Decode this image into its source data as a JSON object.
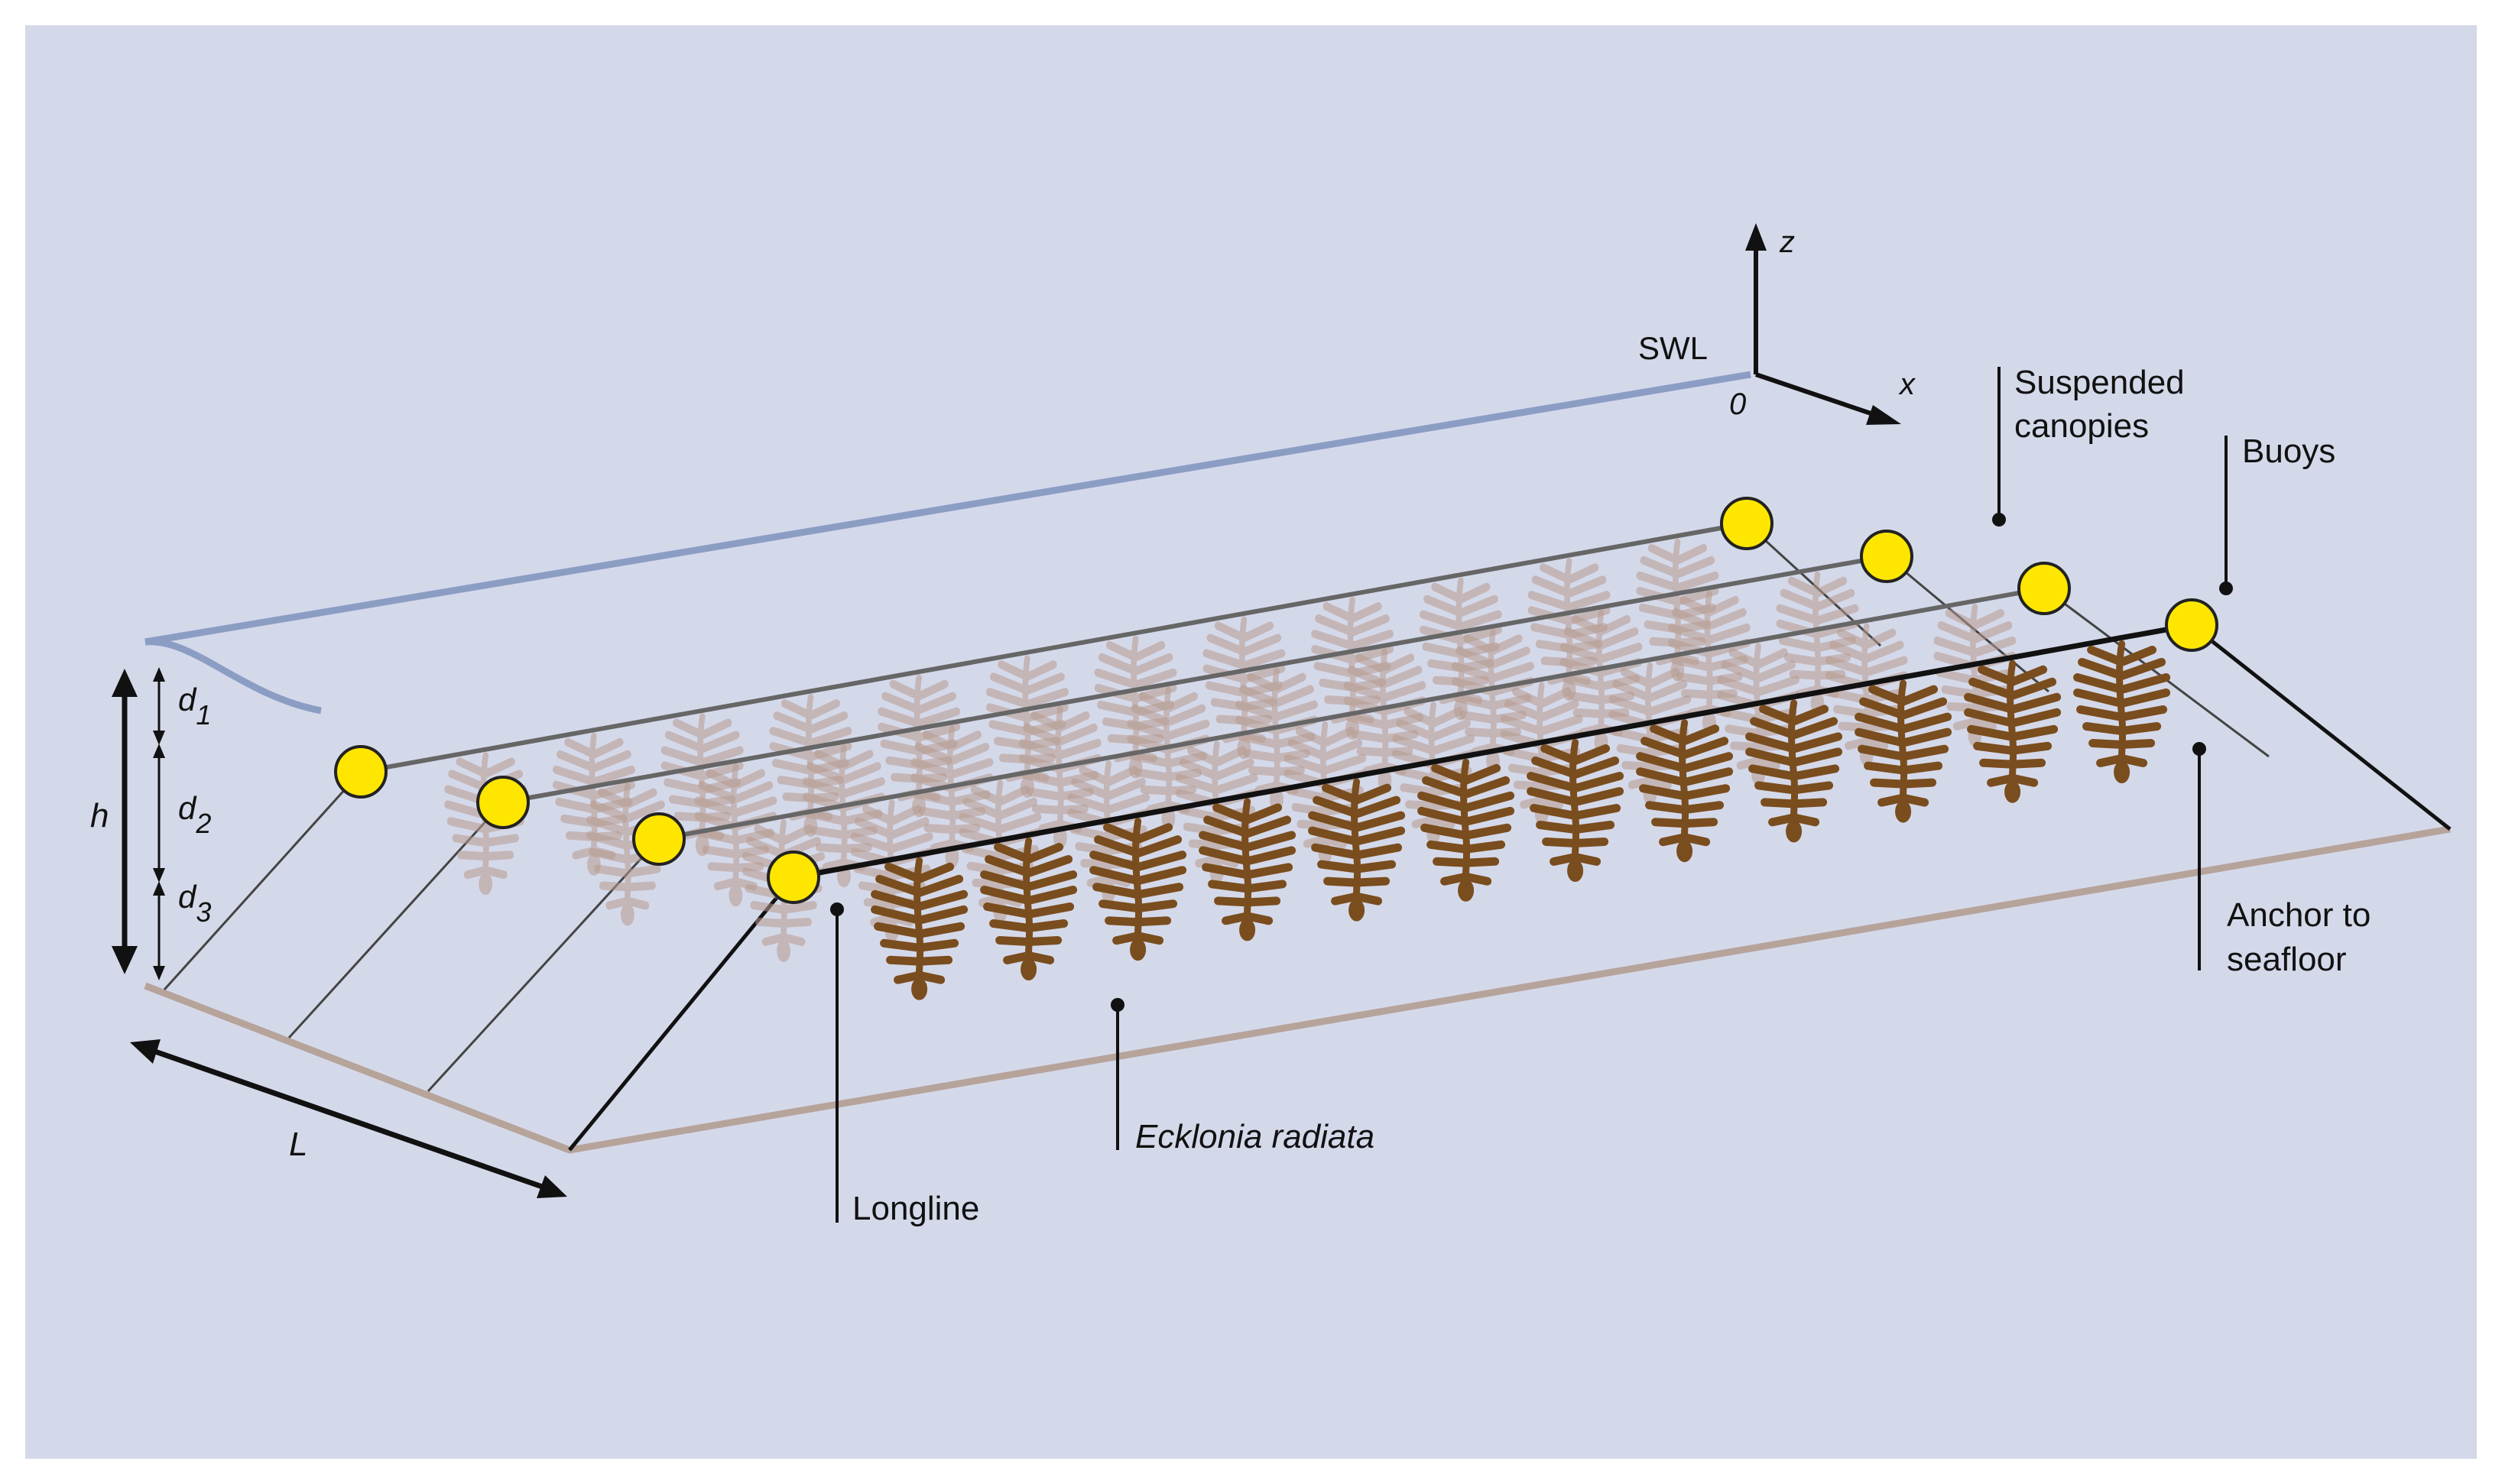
{
  "labels": {
    "swl": "SWL",
    "axis_z": "z",
    "axis_x": "x",
    "origin": "0",
    "suspended_line1": "Suspended",
    "suspended_line2": "canopies",
    "buoys": "Buoys",
    "anchor_line1": "Anchor to",
    "anchor_line2": "seafloor",
    "species": "Ecklonia radiata",
    "longline": "Longline",
    "dim_h": "h",
    "dim_L": "L",
    "d1_base": "d",
    "d1_sub": "1",
    "d2_base": "d",
    "d2_sub": "2",
    "d3_base": "d",
    "d3_sub": "3"
  },
  "colors": {
    "background": "#d4d9ea",
    "water_line": "#8c9dc4",
    "seafloor": "#b6a39a",
    "buoy_fill": "#ffe600",
    "buoy_stroke": "#222222",
    "kelp": "#7a4d1e",
    "kelp_faded": "#b79a8f",
    "longline": "#111111",
    "longline_back": "#666666"
  },
  "icons": {
    "buoy": "yellow-circle-float",
    "kelp": "kelp-frond-silhouette"
  },
  "structure": {
    "longline_count": 4,
    "kelp_per_line": 12
  }
}
